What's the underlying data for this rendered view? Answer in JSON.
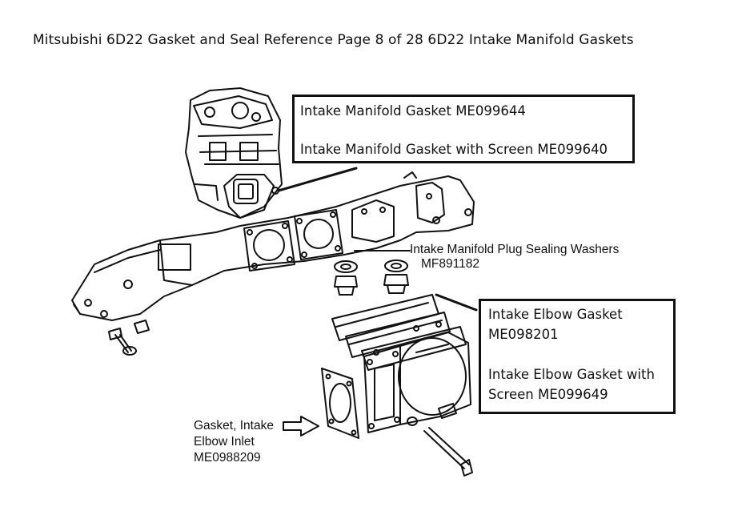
{
  "title": "Mitsubishi 6D22 Gasket and Seal Reference Page 8 of 28 6D22 Intake Manifold Gaskets",
  "callouts": {
    "manifold_box": {
      "line1": "Intake Manifold Gasket ME099644",
      "line2": "Intake Manifold Gasket with Screen ME099640"
    },
    "washers": {
      "line1": "Intake Manifold Plug Sealing Washers",
      "line2": "MF891182"
    },
    "elbow_box": {
      "line1": "Intake Elbow Gasket",
      "line2": "ME098201",
      "line3": "Intake Elbow Gasket with",
      "line4": "Screen ME099649"
    },
    "inlet": {
      "line1": "Gasket, Intake",
      "line2": "Elbow Inlet",
      "line3": "ME0988209"
    }
  },
  "colors": {
    "ink": "#111111",
    "background": "#ffffff"
  }
}
